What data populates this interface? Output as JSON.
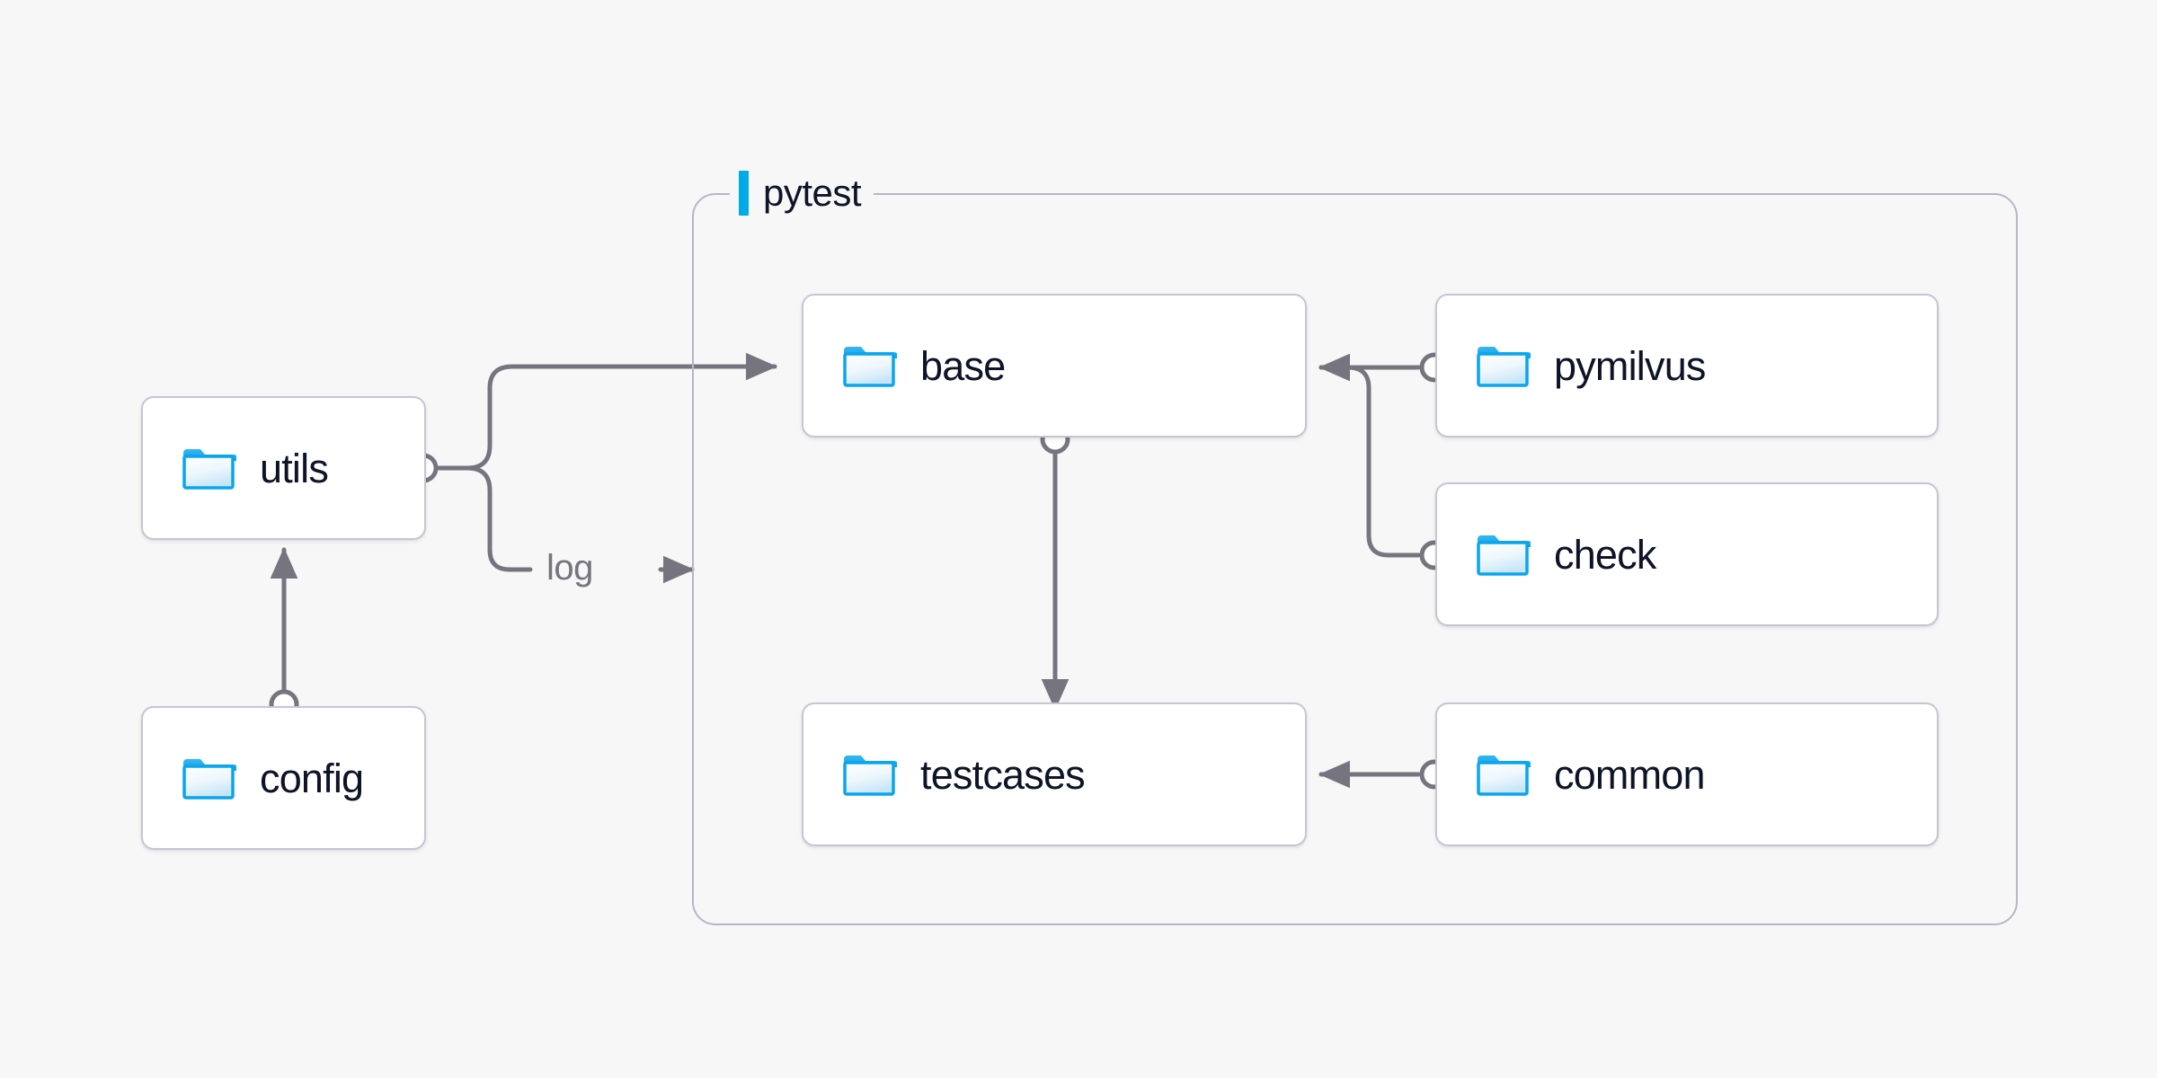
{
  "diagram": {
    "background_color": "#f7f7f7",
    "accent_color": "#00ace8",
    "edge_color": "#76757f",
    "node_border_color": "#c7c5d4",
    "node_fill_color": "#ffffff",
    "label_color": "#0d1427",
    "group_border_color": "#b8b6c8"
  },
  "group": {
    "title": "pytest",
    "accent_bar_name": "blue-accent-bar"
  },
  "nodes": [
    {
      "id": "utils",
      "label": "utils",
      "icon": "folder-icon"
    },
    {
      "id": "config",
      "label": "config",
      "icon": "folder-icon"
    },
    {
      "id": "base",
      "label": "base",
      "icon": "folder-icon"
    },
    {
      "id": "testcases",
      "label": "testcases",
      "icon": "folder-icon"
    },
    {
      "id": "pymilvus",
      "label": "pymilvus",
      "icon": "folder-icon"
    },
    {
      "id": "check",
      "label": "check",
      "icon": "folder-icon"
    },
    {
      "id": "common",
      "label": "common",
      "icon": "folder-icon"
    }
  ],
  "edges": [
    {
      "id": "utils-base",
      "from": "utils",
      "to": "base",
      "label": ""
    },
    {
      "id": "utils-log",
      "from": "utils",
      "to": "pytest",
      "label": "log"
    },
    {
      "id": "config-utils",
      "from": "config",
      "to": "utils",
      "label": ""
    },
    {
      "id": "base-testcases",
      "from": "base",
      "to": "testcases",
      "label": ""
    },
    {
      "id": "pymilvus-base",
      "from": "pymilvus",
      "to": "base",
      "label": ""
    },
    {
      "id": "check-base",
      "from": "check",
      "to": "base",
      "label": ""
    },
    {
      "id": "common-testcases",
      "from": "common",
      "to": "testcases",
      "label": ""
    }
  ],
  "edge_labels": {
    "log": "log"
  }
}
